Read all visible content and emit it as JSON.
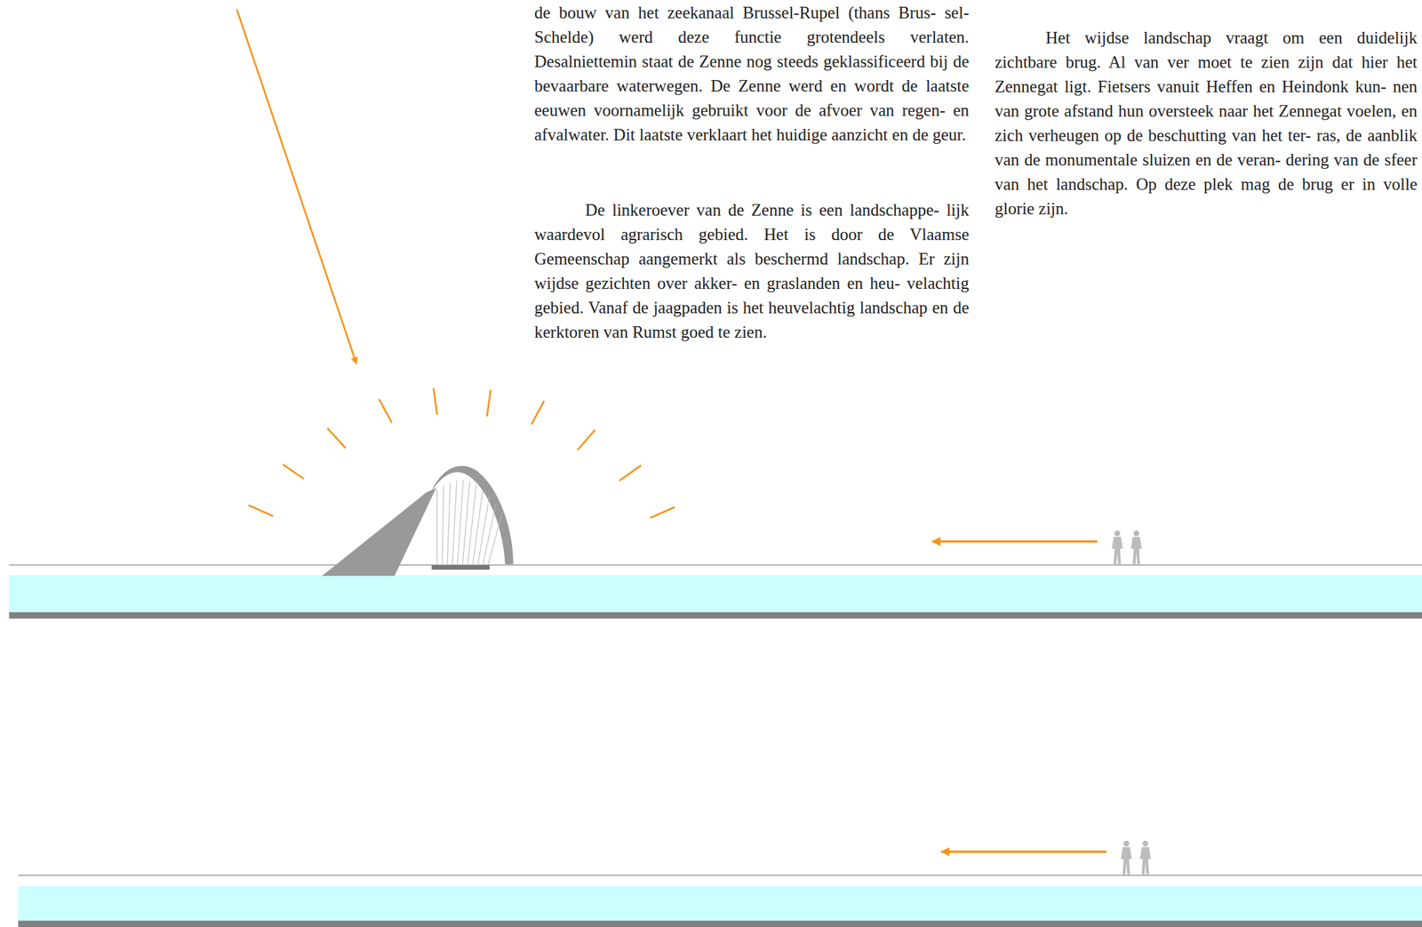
{
  "diagram": {
    "labels": [
      "de bouw van het zeekanaal Brussel-Rupel (thans Brus- sel-Schelde) werd deze functie grotendeels verlaten. Desalniettemin staat de Zenne nog steeds geklassificeerd bij de bevaarbare waterwegen. De Zenne werd en wordt de laatste eeuwen voornamelijk gebruikt voor de afvoer van regen- en afvalwater. Dit laatste verklaart het huidige aanzicht en de geur.",
      "De linkeroever van de Zenne is een landschappe- lijk waardevol agrarisch gebied. Het is door de Vlaamse Gemeenschap aangemerkt als beschermd landschap. Er zijn wijdse gezichten over akker- en graslanden en heu- velachtig gebied. Vanaf de jaagpaden is het heuvelachtig landschap en de kerktoren van Rumst goed te zien.",
      "Het wijdse landschap vraagt om een duidelijk zichtbare brug. Al van ver moet te zien zijn dat hier het Zennegat ligt. Fietsers vanuit Heffen en Heindonk kun- nen van grote afstand hun oversteek naar het Zennegat voelen, en zich verheugen op de beschutting van het ter- ras, de aanblik van de monumentale sluizen en de veran- dering van de sfeer van het landschap. Op deze plek mag de brug er in volle glorie zijn."
    ]
  }
}
